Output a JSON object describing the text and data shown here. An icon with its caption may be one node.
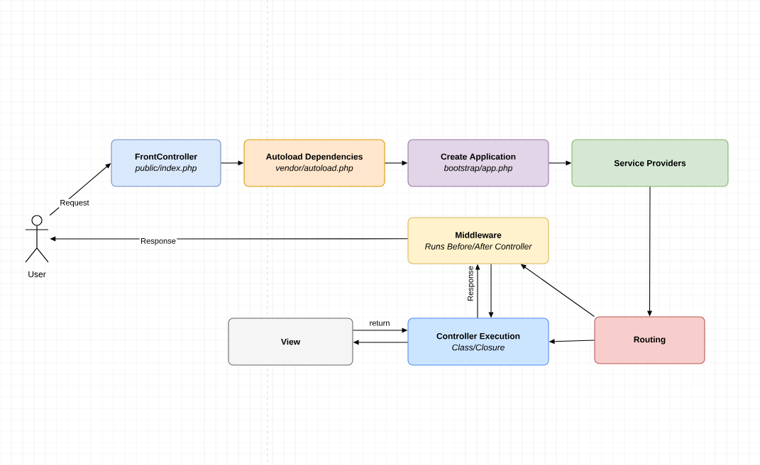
{
  "diagram": {
    "nodes": [
      {
        "text": [
          "User"
        ]
      },
      {
        "text": [
          "FrontController",
          "public/index.php"
        ]
      },
      {
        "text": [
          "Autoload Dependencies",
          "vendor/autoload.php"
        ]
      },
      {
        "text": [
          "Create Application",
          "bootstrap/app.php"
        ]
      },
      {
        "text": [
          "Service Providers"
        ]
      },
      {
        "text": [
          "Middleware",
          "Runs Before/After Controller"
        ]
      },
      {
        "text": [
          "View"
        ]
      },
      {
        "text": [
          "Controller Execution",
          "Class/Closure"
        ]
      },
      {
        "text": [
          "Routing"
        ]
      }
    ],
    "edges": [
      {
        "from": 0,
        "to": 1,
        "arrow": "to",
        "label": "Request"
      },
      {
        "from": 1,
        "to": 2,
        "arrow": "to"
      },
      {
        "from": 2,
        "to": 3,
        "arrow": "to"
      },
      {
        "from": 3,
        "to": 4,
        "arrow": "to"
      },
      {
        "from": 4,
        "to": 8,
        "arrow": "to"
      },
      {
        "from": 8,
        "to": 7,
        "arrow": "to"
      },
      {
        "from": 8,
        "to": 5,
        "arrow": "to"
      },
      {
        "from": 5,
        "to": 7,
        "arrow": "to"
      },
      {
        "from": 7,
        "to": 5,
        "arrow": "to",
        "label": "Response"
      },
      {
        "from": 7,
        "to": 6,
        "arrow": "to"
      },
      {
        "from": 6,
        "to": 7,
        "arrow": "to",
        "label": "return"
      },
      {
        "from": 5,
        "to": 0,
        "arrow": "to",
        "label": "Response"
      }
    ]
  }
}
